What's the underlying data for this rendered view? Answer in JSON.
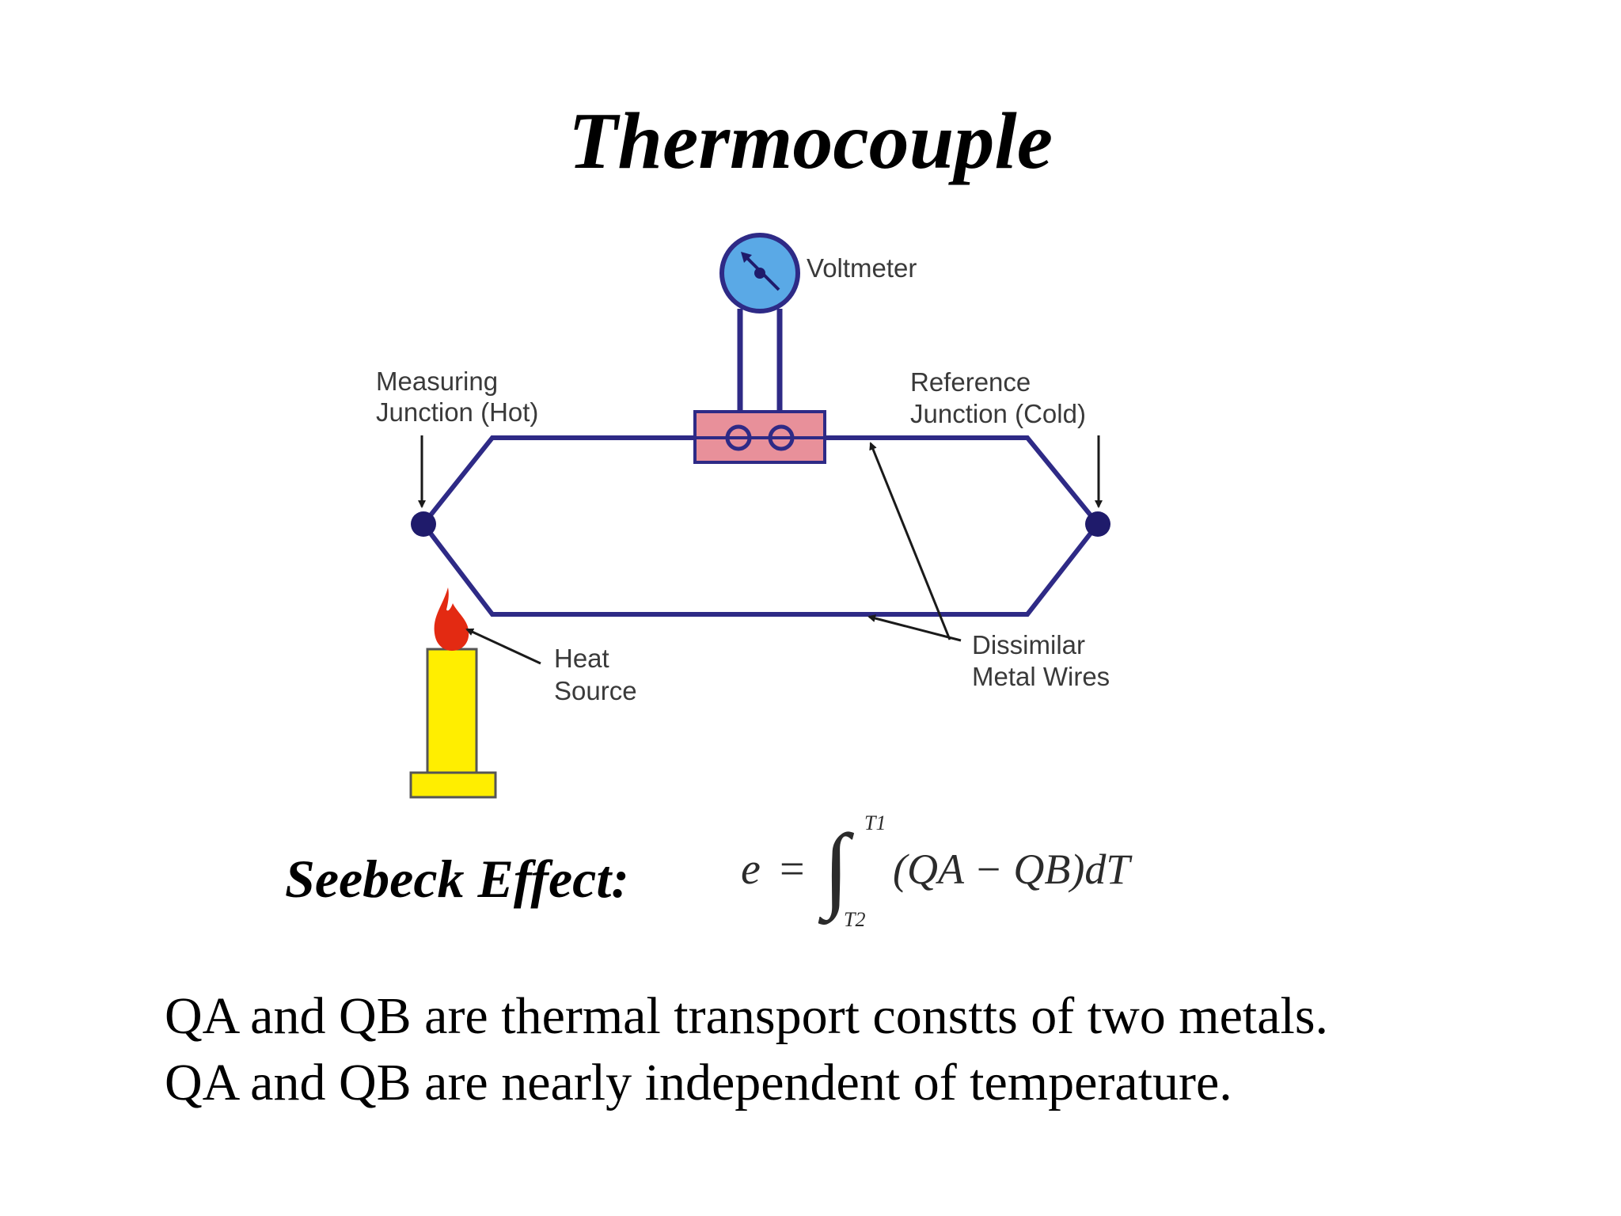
{
  "slide": {
    "title": "Thermocouple"
  },
  "diagram": {
    "labels": {
      "voltmeter": "Voltmeter",
      "measuring_junction_line1": "Measuring",
      "measuring_junction_line2": "Junction (Hot)",
      "reference_junction_line1": "Reference",
      "reference_junction_line2": "Junction (Cold)",
      "heat_source_line1": "Heat",
      "heat_source_line2": "Source",
      "wires_line1": "Dissimilar",
      "wires_line2": "Metal Wires"
    },
    "colors": {
      "wire": "#2e2a86",
      "junction": "#1f1b6b",
      "voltmeter_face": "#5aa9e6",
      "terminal_block": "#e8909a",
      "candle": "#ffee00",
      "flame": "#e32a12",
      "arrow": "#1a1a1a"
    }
  },
  "equation": {
    "label": "Seebeck Effect:",
    "lhs": "e",
    "equals": "=",
    "upper_limit": "T1",
    "lower_limit": "T2",
    "integrand": "(QA − QB)dT"
  },
  "notes": [
    "QA and QB are thermal transport constts of two metals.",
    "QA and QB are nearly independent of temperature."
  ]
}
